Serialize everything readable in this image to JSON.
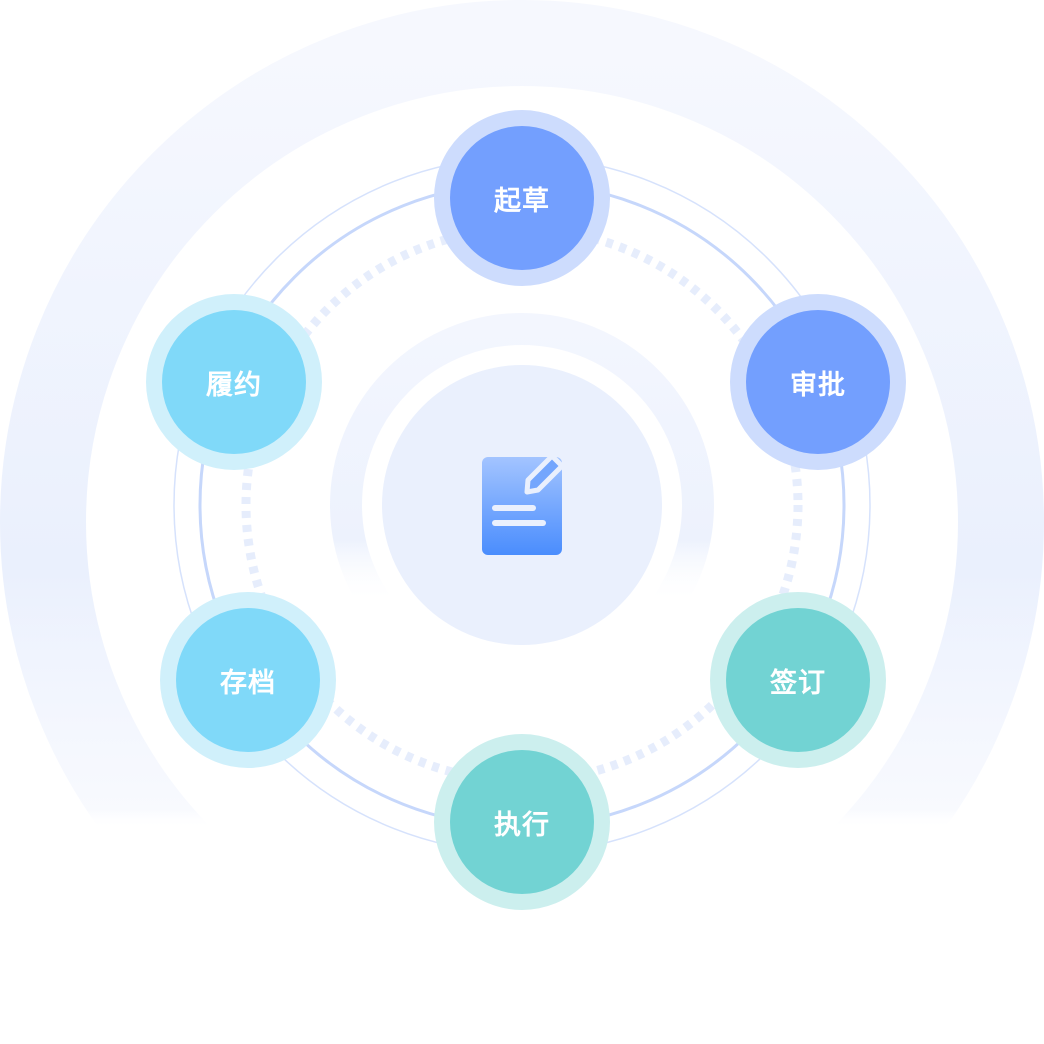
{
  "center": {
    "icon": "document-edit-icon"
  },
  "stages": [
    {
      "label": "起草",
      "tone": "blue"
    },
    {
      "label": "审批",
      "tone": "blue"
    },
    {
      "label": "签订",
      "tone": "teal"
    },
    {
      "label": "执行",
      "tone": "teal"
    },
    {
      "label": "存档",
      "tone": "cyan"
    },
    {
      "label": "履约",
      "tone": "cyan"
    }
  ],
  "colors": {
    "blue": "#739ffe",
    "blue_halo": "#cddcfd",
    "cyan": "#80d9f9",
    "cyan_halo": "#d0f0fb",
    "teal": "#72d3d3",
    "teal_halo": "#ccefee"
  }
}
